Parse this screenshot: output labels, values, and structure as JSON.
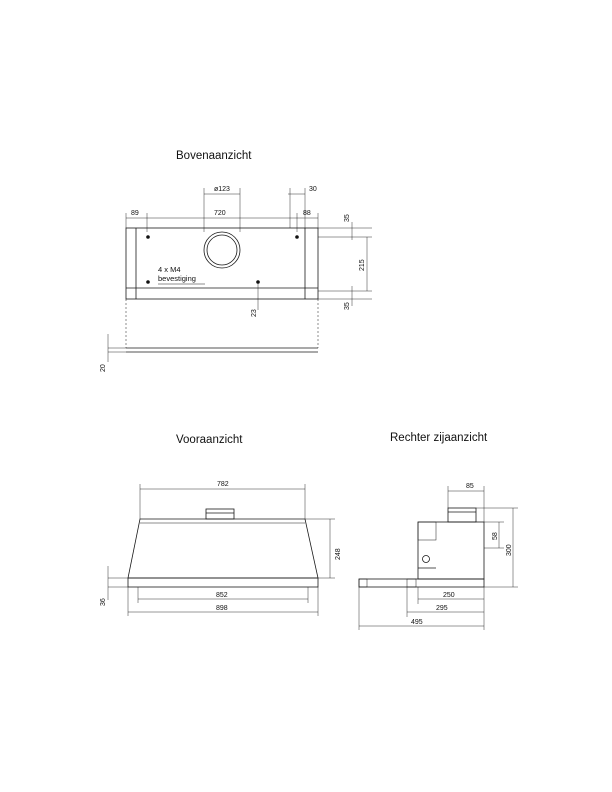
{
  "views": {
    "top": {
      "title": "Bovenaanzicht",
      "dims": {
        "d_123": "ø123",
        "d_30": "30",
        "d_89": "89",
        "d_720": "720",
        "d_88": "88",
        "d_35a": "35",
        "d_215": "215",
        "d_35b": "35",
        "d_23": "23",
        "d_20": "20"
      },
      "note_line1": "4 x M4",
      "note_line2": "bevestiging"
    },
    "front": {
      "title": "Vooraanzicht",
      "dims": {
        "d_782": "782",
        "d_248": "248",
        "d_36": "36",
        "d_852": "852",
        "d_898": "898"
      }
    },
    "side": {
      "title": "Rechter zijaanzicht",
      "dims": {
        "d_85": "85",
        "d_58": "58",
        "d_300": "300",
        "d_250": "250",
        "d_295": "295",
        "d_495": "495"
      }
    }
  }
}
